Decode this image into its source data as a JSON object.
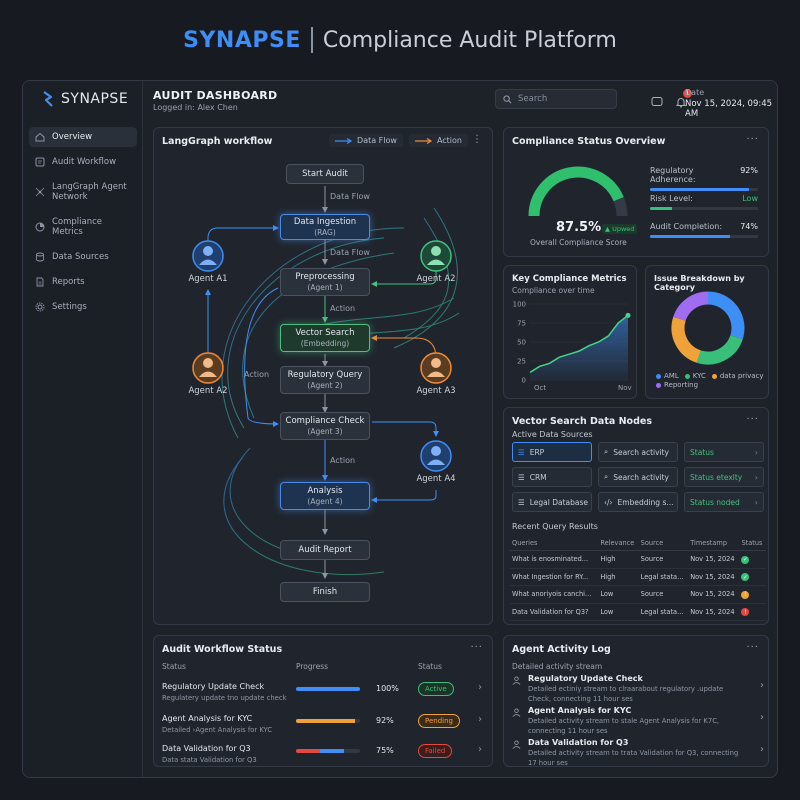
{
  "banner": {
    "brand": "SYNAPSE",
    "subtitle": "Compliance Audit Platform"
  },
  "logo": {
    "text": "SYNAPSE"
  },
  "sidebar": {
    "items": [
      {
        "label": "Overview",
        "icon": "home-icon",
        "active": true
      },
      {
        "label": "Audit Workflow",
        "icon": "workflow-icon"
      },
      {
        "label": "LangGraph Agent Network",
        "icon": "network-icon"
      },
      {
        "label": "Compliance Metrics",
        "icon": "metrics-icon"
      },
      {
        "label": "Data Sources",
        "icon": "database-icon"
      },
      {
        "label": "Reports",
        "icon": "report-icon"
      },
      {
        "label": "Settings",
        "icon": "gear-icon"
      }
    ]
  },
  "header": {
    "title": "AUDIT DASHBOARD",
    "user": "Logged in: Alex Chen",
    "search_placeholder": "Search",
    "notification_count": "1",
    "date_label": "Date",
    "date_value": "Nov 15, 2024, 09:45 AM"
  },
  "workflow": {
    "title": "LangGraph workflow",
    "legend_flow": "Data Flow",
    "legend_action": "Action",
    "nodes": {
      "start": {
        "title": "Start Audit"
      },
      "ingestion": {
        "title": "Data Ingestion",
        "sub": "(RAG)"
      },
      "preprocessing": {
        "title": "Preprocessing",
        "sub": "(Agent 1)"
      },
      "vector": {
        "title": "Vector Search",
        "sub": "(Embedding)"
      },
      "regquery": {
        "title": "Regulatory Query",
        "sub": "(Agent 2)"
      },
      "check": {
        "title": "Compliance Check",
        "sub": "(Agent 3)"
      },
      "analysis": {
        "title": "Analysis",
        "sub": "(Agent 4)"
      },
      "report": {
        "title": "Audit Report"
      },
      "finish": {
        "title": "Finish"
      }
    },
    "edge_labels": {
      "e1": "Data Flow",
      "e2": "Data Flow",
      "e3": "Action",
      "e4": "Action",
      "e5": "Action"
    },
    "agents": {
      "a1": "Agent A1",
      "a2_right": "Agent A2",
      "a2_left": "Agent A2",
      "a3": "Agent A3",
      "a4": "Agent A4"
    }
  },
  "compliance_status": {
    "title": "Compliance Status Overview",
    "score": "87.5%",
    "score_fraction": 0.875,
    "trend": "Upwed",
    "score_label": "Overall Compliance Score",
    "stats": [
      {
        "label": "Regulatory Adherence:",
        "value": "92%",
        "fraction": 0.92,
        "color": "#3f8ef5"
      },
      {
        "label": "Risk Level:",
        "value": "Low",
        "fraction": 0.2,
        "color": "#38c07a"
      },
      {
        "label": "Audit Completion:",
        "value": "74%",
        "fraction": 0.74,
        "color": "#3f8ef5"
      }
    ]
  },
  "key_metrics": {
    "title": "Key Compliance Metrics",
    "subtitle": "Compliance over time",
    "chart_data": {
      "type": "area",
      "title": "Compliance over time",
      "x": [
        "Oct",
        "",
        "",
        "",
        "",
        "",
        "",
        "",
        "",
        "",
        "Nov"
      ],
      "values": [
        10,
        18,
        22,
        30,
        34,
        38,
        45,
        50,
        58,
        75,
        85
      ],
      "ylim": [
        0,
        100
      ],
      "yticks": [
        "100",
        "75",
        "50",
        "25",
        "0"
      ],
      "xticks": [
        "Oct",
        "Nov"
      ],
      "color": "#45d48a"
    }
  },
  "issue_breakdown": {
    "title": "Issue Breakdown by Category",
    "chart_data": {
      "type": "pie",
      "categories": [
        "AML",
        "KYC",
        "data privacy",
        "Reporting"
      ],
      "values": [
        30,
        25,
        25,
        20
      ],
      "colors": [
        "#3f8ef5",
        "#38c07a",
        "#f0a23a",
        "#a06cf0"
      ]
    }
  },
  "vector_search": {
    "title": "Vector Search Data Nodes",
    "subtitle": "Active Data Sources",
    "cells": [
      {
        "text": "ERP",
        "icon": "list-icon",
        "selected": true
      },
      {
        "text": "Search activity",
        "icon": "search-icon"
      },
      {
        "text": "Status",
        "status": true
      },
      {
        "text": "CRM",
        "icon": "list-icon"
      },
      {
        "text": "Search activity",
        "icon": "search-icon"
      },
      {
        "text": "Status etexlty",
        "status": true
      },
      {
        "text": "Legal Database",
        "icon": "list-icon"
      },
      {
        "text": "Embedding s...",
        "icon": "code-icon"
      },
      {
        "text": "Status noded",
        "status": true
      }
    ],
    "recent_title": "Recent Query Results",
    "columns": [
      "Queries",
      "Relevance",
      "Source",
      "Timestamp",
      "Status"
    ],
    "rows": [
      {
        "q": "What is enosminated...",
        "rel": "High",
        "src": "Source",
        "ts": "Nov 15, 2024",
        "status": "ok",
        "color": "#38c07a",
        "glyph": "✓"
      },
      {
        "q": "What Ingestion for RY...",
        "rel": "High",
        "src": "Legal stata...",
        "ts": "Nov 15, 2024",
        "status": "ok",
        "color": "#38c07a",
        "glyph": "✓"
      },
      {
        "q": "What anoriyois canchi...",
        "rel": "Low",
        "src": "Source",
        "ts": "Nov 15, 2024",
        "status": "warn",
        "color": "#f0a23a",
        "glyph": "!"
      },
      {
        "q": "Data Validation for Q3?",
        "rel": "Low",
        "src": "Legal stata...",
        "ts": "Nov 15, 2024",
        "status": "err",
        "color": "#e4483f",
        "glyph": "!"
      }
    ]
  },
  "workflow_status": {
    "title": "Audit Workflow Status",
    "columns": [
      "Status",
      "Progress",
      "Status"
    ],
    "rows": [
      {
        "title": "Regulatory Update Check",
        "desc": "Regulatery update tno update check",
        "pct": "100%",
        "fraction": 1.0,
        "bar": "#3f8ef5",
        "chip": "Active",
        "chip_color": "#38c07a"
      },
      {
        "title": "Agent Analysis for KYC",
        "desc": "Detailed ›Agent Analysis for KYC",
        "pct": "92%",
        "fraction": 0.92,
        "bar": "#f0a23a",
        "chip": "Pending",
        "chip_color": "#f0a23a"
      },
      {
        "title": "Data Validation for Q3",
        "desc": "Data stata Validation for Q3",
        "pct": "75%",
        "fraction": 0.75,
        "bar": "#e4483f",
        "bar2": "#3f8ef5",
        "chip": "Failed",
        "chip_color": "#e4483f"
      }
    ]
  },
  "activity_log": {
    "title": "Agent Activity Log",
    "subtitle": "Detailed activity stream",
    "items": [
      {
        "title": "Regulatory Update Check",
        "desc": "Detailed ectiniy stream to clraarabout regulatory .update Check, connecting 11 hour ses"
      },
      {
        "title": "Agent Analysis for KYC",
        "desc": "Detailed activity stream to stale Agent Analysis for K7C, connecting 11 hour ses"
      },
      {
        "title": "Data Validation for Q3",
        "desc": "Detailed activity stream to trata Validation for Q3, connecting 17 hour ses"
      }
    ]
  }
}
